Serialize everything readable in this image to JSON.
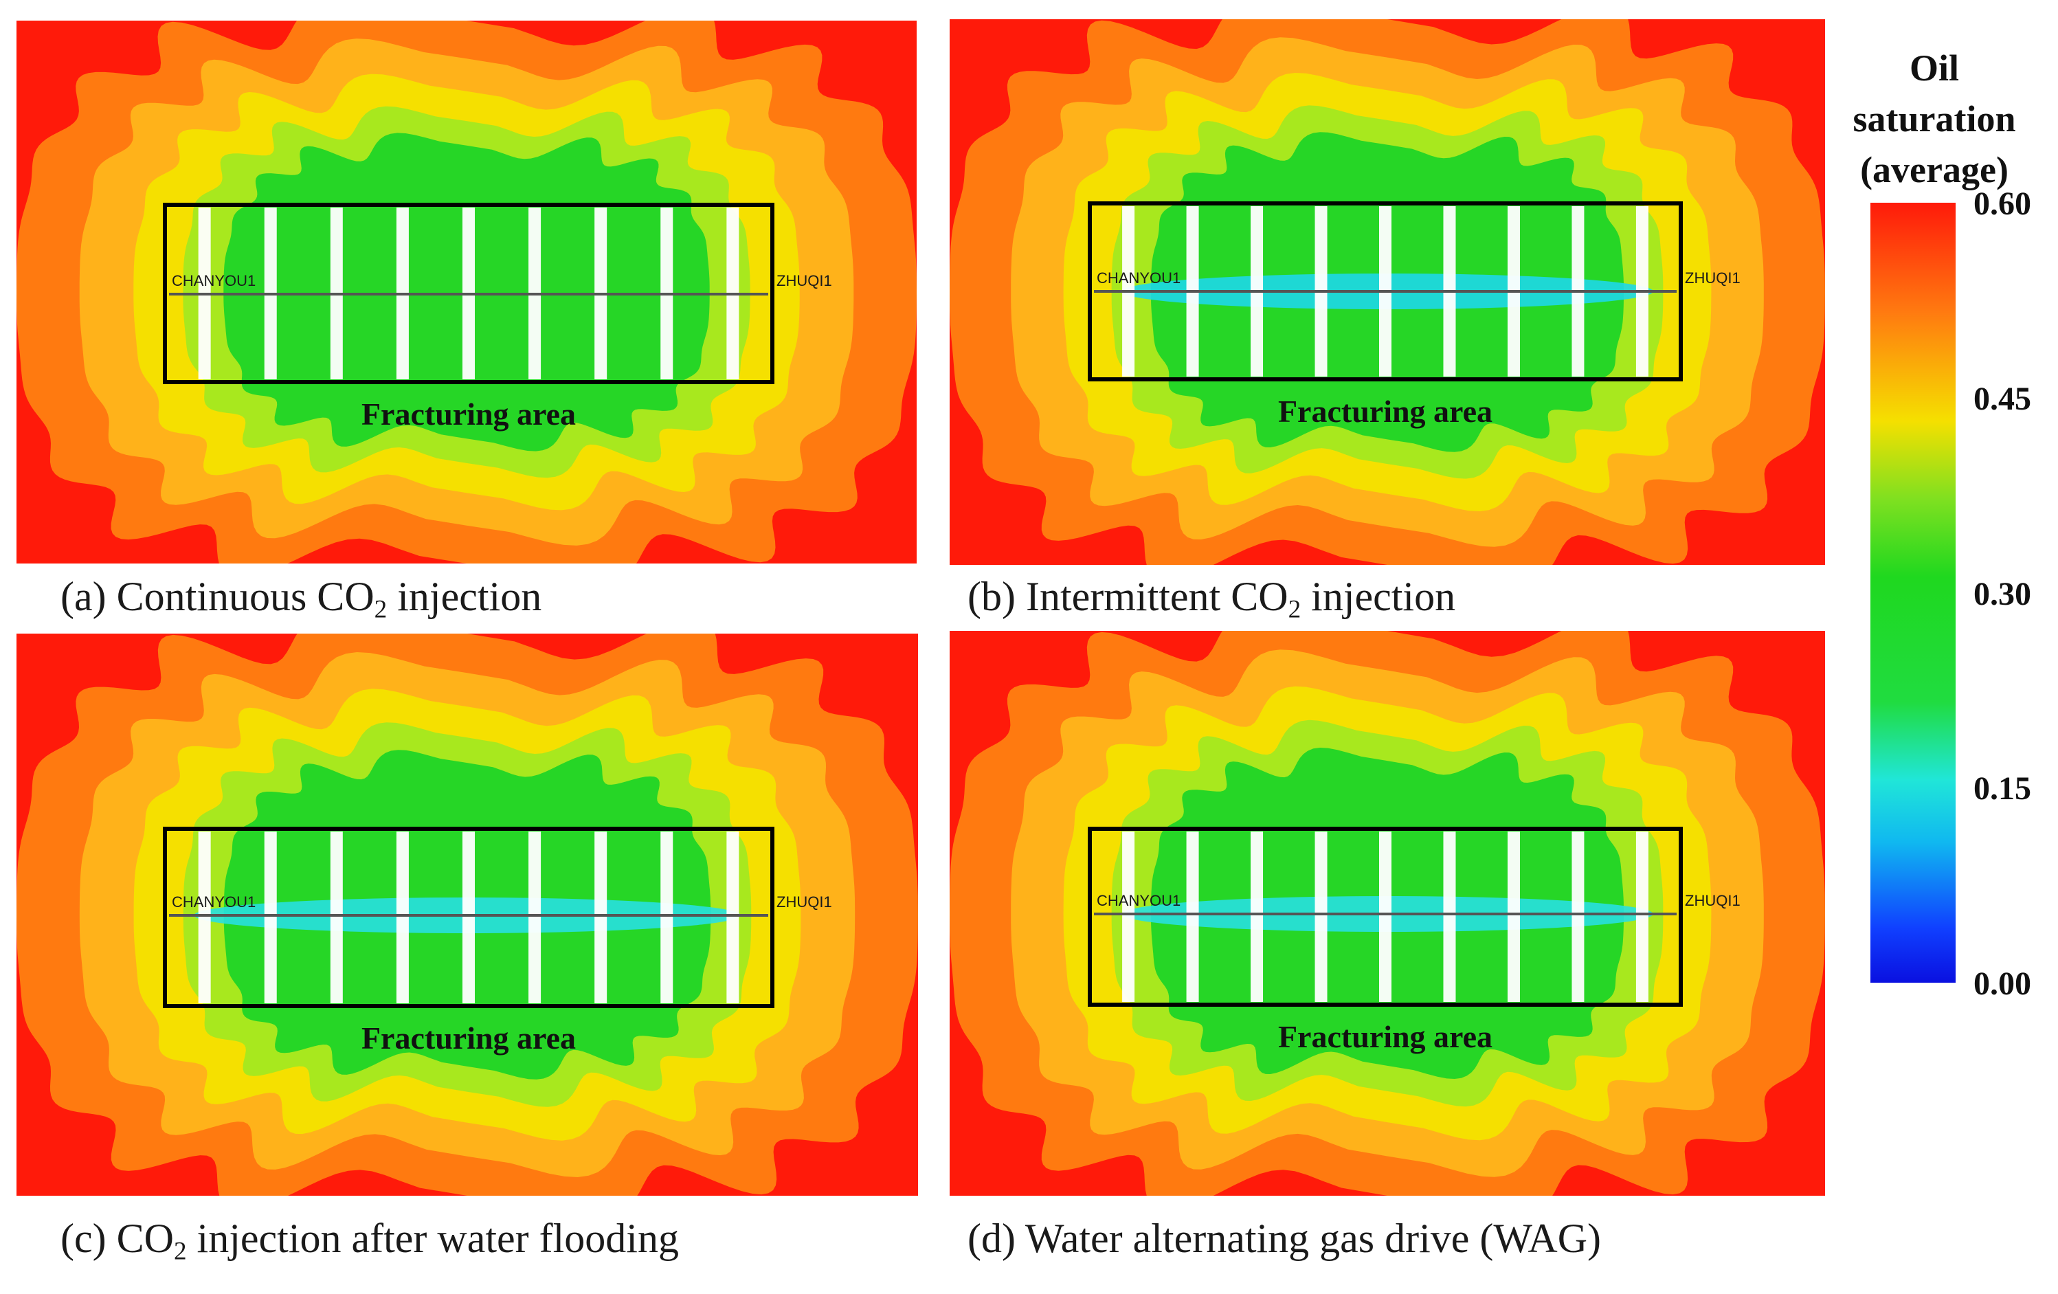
{
  "chart_data": {
    "type": "heatmap",
    "legend": {
      "title_lines": [
        "Oil",
        "saturation",
        "(average)"
      ],
      "ticks": [
        "0.60",
        "0.45",
        "0.30",
        "0.15",
        "0.00"
      ],
      "tick_values": [
        0.6,
        0.45,
        0.3,
        0.15,
        0.0
      ],
      "range": [
        0.0,
        0.6
      ],
      "placement": "right",
      "colors": [
        "#ff1a0a",
        "#ff7a10",
        "#f5e000",
        "#1fd81f",
        "#20e6d8",
        "#1040ff"
      ]
    },
    "panels": [
      {
        "id": "a",
        "caption_prefix": "(a)  Continuous CO",
        "caption_sub": "2",
        "caption_suffix": " injection",
        "area_label": "Fracturing area",
        "wells": [
          "CHANYOU1",
          "ZHUQI1"
        ],
        "fractures": 9,
        "bands": [
          "#ff1a0a",
          "#ff7a10",
          "#ffb21a",
          "#f5e000",
          "#a8e81e",
          "#26d626"
        ],
        "core_color": "",
        "core_sat": 0.3
      },
      {
        "id": "b",
        "caption_prefix": "(b)  Intermittent CO",
        "caption_sub": "2",
        "caption_suffix": " injection",
        "area_label": "Fracturing area",
        "wells": [
          "CHANYOU1",
          "ZHUQI1"
        ],
        "fractures": 9,
        "bands": [
          "#ff1a0a",
          "#ff7a10",
          "#ffb21a",
          "#f5e000",
          "#a8e81e",
          "#26d626"
        ],
        "core_color": "#1ed8e8",
        "core_sat": 0.12
      },
      {
        "id": "c",
        "caption_prefix": "(c)  CO",
        "caption_sub": "2",
        "caption_suffix": " injection after water flooding",
        "area_label": "Fracturing area",
        "wells": [
          "CHANYOU1",
          "ZHUQI1"
        ],
        "fractures": 9,
        "bands": [
          "#ff1a0a",
          "#ff7a10",
          "#ffb21a",
          "#f5e000",
          "#a8e81e",
          "#26d626"
        ],
        "core_color": "#28e0e0",
        "core_sat": 0.2
      },
      {
        "id": "d",
        "caption_prefix": "(d)  Water alternating gas drive (WAG)",
        "caption_sub": "",
        "caption_suffix": "",
        "area_label": "Fracturing area",
        "wells": [
          "CHANYOU1",
          "ZHUQI1"
        ],
        "fractures": 9,
        "bands": [
          "#ff1a0a",
          "#ff7a10",
          "#ffb21a",
          "#f5e000",
          "#a8e81e",
          "#26d626"
        ],
        "core_color": "#28e0e0",
        "core_sat": 0.18
      }
    ]
  }
}
